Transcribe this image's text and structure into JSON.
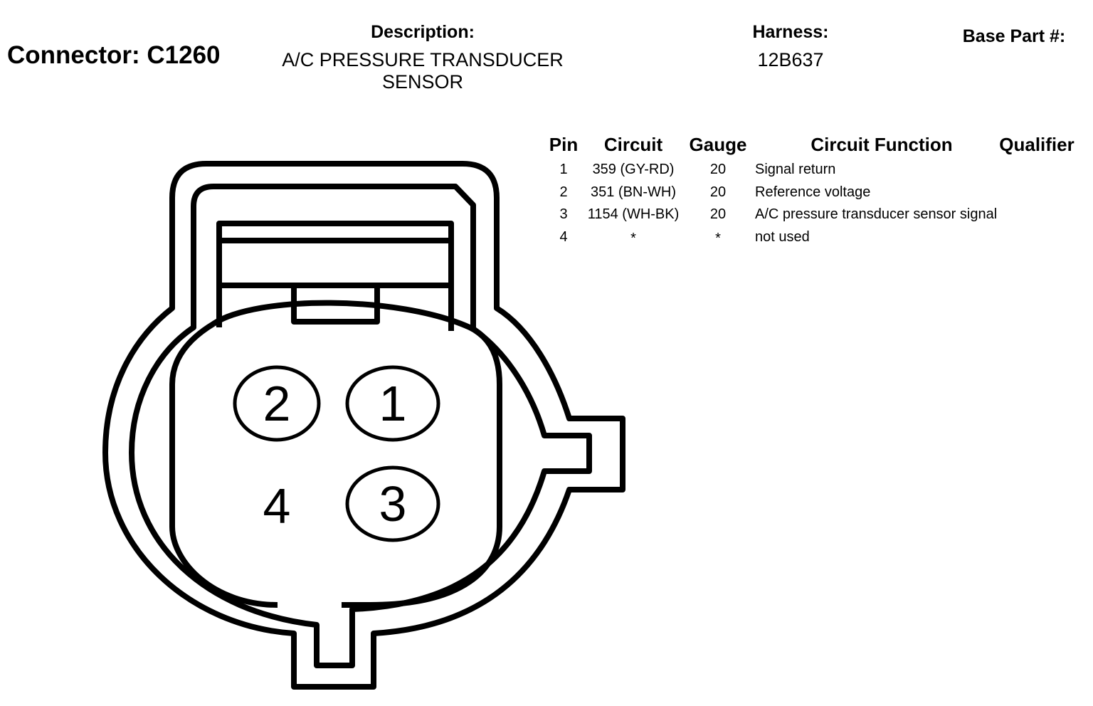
{
  "header": {
    "connector_label": "Connector: C1260",
    "description_label": "Description:",
    "description_lines": [
      "A/C PRESSURE TRANSDUCER",
      "SENSOR"
    ],
    "harness_label": "Harness:",
    "harness_value": "12B637",
    "base_part_label": "Base Part #:"
  },
  "table": {
    "columns": [
      "Pin",
      "Circuit",
      "Gauge",
      "Circuit Function",
      "Qualifier"
    ],
    "rows": [
      {
        "pin": "1",
        "circuit": "359 (GY-RD)",
        "gauge": "20",
        "function": "Signal return",
        "qualifier": ""
      },
      {
        "pin": "2",
        "circuit": "351 (BN-WH)",
        "gauge": "20",
        "function": "Reference voltage",
        "qualifier": ""
      },
      {
        "pin": "3",
        "circuit": "1154 (WH-BK)",
        "gauge": "20",
        "function": "A/C pressure transducer sensor signal",
        "qualifier": ""
      },
      {
        "pin": "4",
        "circuit": "*",
        "gauge": "*",
        "function": "not used",
        "qualifier": ""
      }
    ]
  },
  "connector_pins": [
    "2",
    "1",
    "4",
    "3"
  ]
}
